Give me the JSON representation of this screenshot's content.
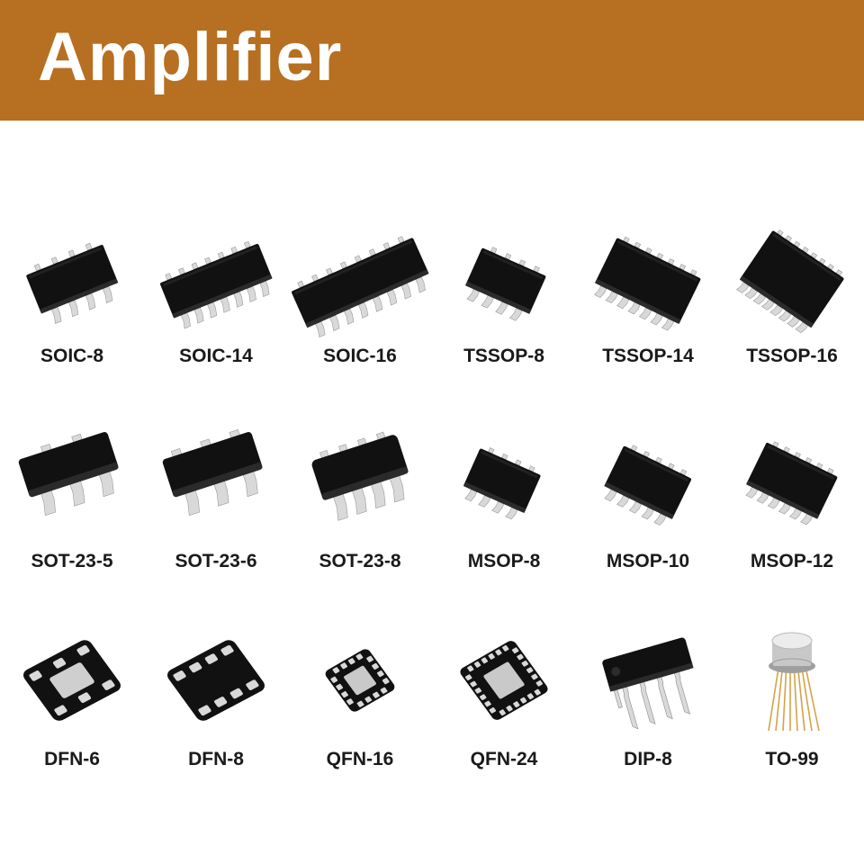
{
  "title": "Amplifier",
  "colors": {
    "banner": "#b76f21",
    "chip_body": "#111111",
    "pin": "#d9d9d9",
    "gold_pin": "#d4a349"
  },
  "packages": [
    {
      "label": "SOIC-8",
      "icon": "soic-package-icon"
    },
    {
      "label": "SOIC-14",
      "icon": "soic-package-icon"
    },
    {
      "label": "SOIC-16",
      "icon": "soic-package-icon"
    },
    {
      "label": "TSSOP-8",
      "icon": "tssop-package-icon"
    },
    {
      "label": "TSSOP-14",
      "icon": "tssop-package-icon"
    },
    {
      "label": "TSSOP-16",
      "icon": "tssop-package-icon"
    },
    {
      "label": "SOT-23-5",
      "icon": "sot23-package-icon"
    },
    {
      "label": "SOT-23-6",
      "icon": "sot23-package-icon"
    },
    {
      "label": "SOT-23-8",
      "icon": "sot23-package-icon"
    },
    {
      "label": "MSOP-8",
      "icon": "msop-package-icon"
    },
    {
      "label": "MSOP-10",
      "icon": "msop-package-icon"
    },
    {
      "label": "MSOP-12",
      "icon": "msop-package-icon"
    },
    {
      "label": "DFN-6",
      "icon": "dfn-package-icon"
    },
    {
      "label": "DFN-8",
      "icon": "dfn-package-icon"
    },
    {
      "label": "QFN-16",
      "icon": "qfn-package-icon"
    },
    {
      "label": "QFN-24",
      "icon": "qfn-package-icon"
    },
    {
      "label": "DIP-8",
      "icon": "dip-package-icon"
    },
    {
      "label": "TO-99",
      "icon": "to99-package-icon"
    }
  ]
}
